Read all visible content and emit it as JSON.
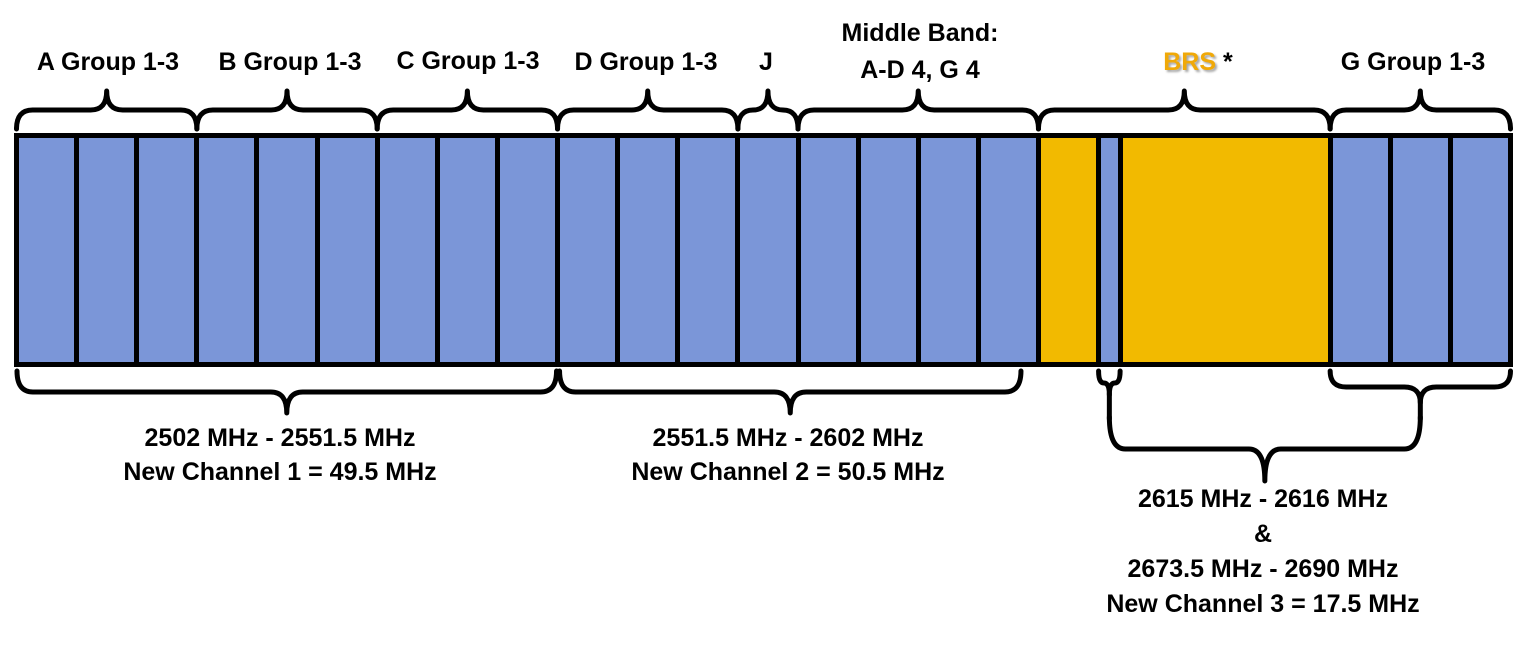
{
  "colors": {
    "segment_blue": "#7B96D8",
    "segment_orange": "#F2BA00",
    "outline_black": "#000000",
    "brs_label_gold": "#F0A908",
    "brs_label_shadow": "#A6A6A6"
  },
  "top_labels": {
    "a": "A Group 1-3",
    "b": "B Group 1-3",
    "c": "C Group 1-3",
    "d": "D Group 1-3",
    "j": "J",
    "middle_line1": "Middle Band:",
    "middle_line2": "A-D 4, G 4",
    "brs": "BRS",
    "brs_suffix": " *",
    "g": "G Group 1-3"
  },
  "bottom_labels": {
    "channel1_range": "2502 MHz - 2551.5 MHz",
    "channel1_new": "New Channel 1 = 49.5 MHz",
    "channel2_range": "2551.5 MHz - 2602 MHz",
    "channel2_new": "New Channel 2 = 50.5 MHz",
    "channel3_range_a": "2615 MHz - 2616 MHz",
    "channel3_amp": "&",
    "channel3_range_b": "2673.5 MHz - 2690 MHz",
    "channel3_new": "New Channel 3 = 17.5 MHz"
  },
  "band_plan": {
    "groups": [
      {
        "id": "a-group",
        "label": "A Group 1-3",
        "segment_range": [
          0,
          2
        ],
        "color": "blue"
      },
      {
        "id": "b-group",
        "label": "B Group 1-3",
        "segment_range": [
          3,
          5
        ],
        "color": "blue"
      },
      {
        "id": "c-group",
        "label": "C Group 1-3",
        "segment_range": [
          6,
          8
        ],
        "color": "blue"
      },
      {
        "id": "d-group",
        "label": "D Group 1-3",
        "segment_range": [
          9,
          11
        ],
        "color": "blue"
      },
      {
        "id": "j",
        "label": "J",
        "segment_range": [
          12,
          12
        ],
        "color": "blue"
      },
      {
        "id": "middle-band",
        "label": "Middle Band: A-D 4, G 4",
        "segment_range": [
          13,
          16
        ],
        "color": "blue"
      },
      {
        "id": "brs",
        "label": "BRS *",
        "segment_range": [
          17,
          19
        ],
        "color": "orange"
      },
      {
        "id": "g-group",
        "label": "G Group 1-3",
        "segment_range": [
          20,
          22
        ],
        "color": "blue"
      }
    ],
    "segments": [
      {
        "color": "blue",
        "units": 1
      },
      {
        "color": "blue",
        "units": 1
      },
      {
        "color": "blue",
        "units": 1
      },
      {
        "color": "blue",
        "units": 1
      },
      {
        "color": "blue",
        "units": 1
      },
      {
        "color": "blue",
        "units": 1
      },
      {
        "color": "blue",
        "units": 1
      },
      {
        "color": "blue",
        "units": 1
      },
      {
        "color": "blue",
        "units": 1
      },
      {
        "color": "blue",
        "units": 1
      },
      {
        "color": "blue",
        "units": 1
      },
      {
        "color": "blue",
        "units": 1
      },
      {
        "color": "blue",
        "units": 1
      },
      {
        "color": "blue",
        "units": 1
      },
      {
        "color": "blue",
        "units": 1
      },
      {
        "color": "blue",
        "units": 1
      },
      {
        "color": "blue",
        "units": 1
      },
      {
        "color": "orange",
        "units": 1
      },
      {
        "color": "blue",
        "units": 0.3
      },
      {
        "color": "orange",
        "units": 3.72
      },
      {
        "color": "blue",
        "units": 1
      },
      {
        "color": "blue",
        "units": 1
      },
      {
        "color": "blue",
        "units": 1
      }
    ],
    "channels": [
      {
        "range": "2502 MHz - 2551.5 MHz",
        "new_channel": "New Channel 1 = 49.5 MHz"
      },
      {
        "range": "2551.5 MHz - 2602 MHz",
        "new_channel": "New Channel 2 = 50.5 MHz"
      },
      {
        "range": "2615 MHz - 2616 MHz & 2673.5 MHz - 2690 MHz",
        "new_channel": "New Channel 3 = 17.5 MHz"
      }
    ]
  }
}
